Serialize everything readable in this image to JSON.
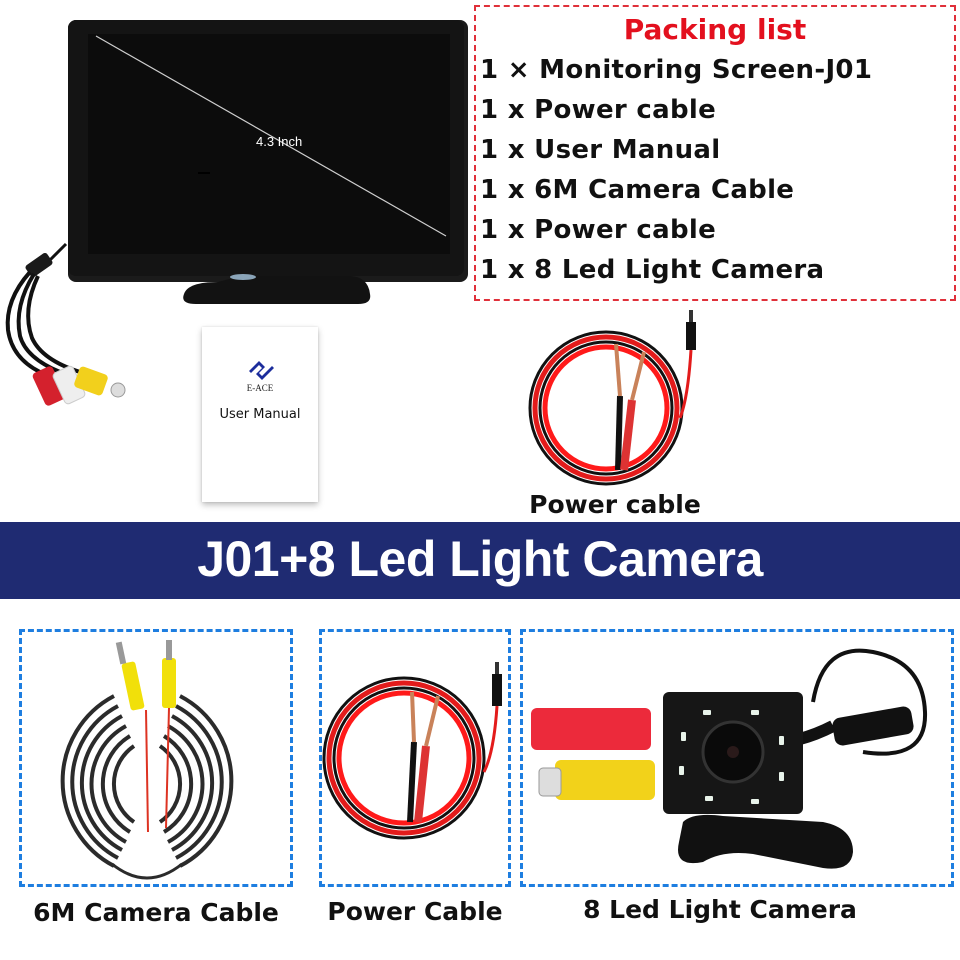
{
  "packing_list": {
    "title": "Packing list",
    "items": [
      "1 × Monitoring Screen-J01",
      "1 x Power cable",
      "1 x User Manual",
      "1 x 6M Camera Cable",
      "1 x Power cable",
      "1 x 8 Led Light Camera"
    ]
  },
  "monitor": {
    "size_label": "4.3 Inch"
  },
  "manual": {
    "brand": "E-ACE",
    "title": "User Manual"
  },
  "top_power_cable": {
    "caption": "Power cable"
  },
  "banner": {
    "title": "J01+8 Led Light Camera",
    "background_color": "#1f2b72"
  },
  "bottom_items": [
    {
      "caption": "6M Camera Cable"
    },
    {
      "caption": "Power Cable"
    },
    {
      "caption": "8 Led Light Camera"
    }
  ],
  "colors": {
    "packing_border": "#e0303a",
    "packing_title": "#e3101e",
    "item_border": "#1e7ee0"
  }
}
